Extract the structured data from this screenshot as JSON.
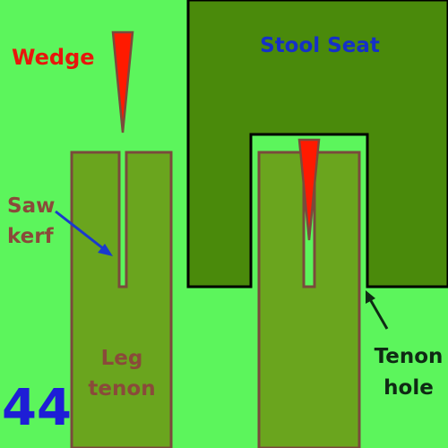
{
  "labels": {
    "wedge": "Wedge",
    "stool_seat": "Stool Seat",
    "saw": "Saw",
    "kerf": "kerf",
    "leg": "Leg",
    "tenon": "tenon",
    "tenon2": "Tenon",
    "hole": "hole",
    "figure_number": "44"
  },
  "colors": {
    "background": "#5cf55c",
    "seat_fill": "#4a8a0b",
    "tenon_fill": "#6aa51e",
    "wood_outline": "#7a4a3c",
    "seat_outline": "#000000",
    "wedge_fill": "#ff1a00",
    "wedge_label": "#e8160c",
    "seat_label": "#1530c8",
    "brown_label": "#8a4a3a",
    "hole_label": "#0f2a14",
    "figure_number": "#1e1ed6",
    "saw_arrow": "#1a3acd",
    "hole_arrow": "#0f2a14"
  }
}
